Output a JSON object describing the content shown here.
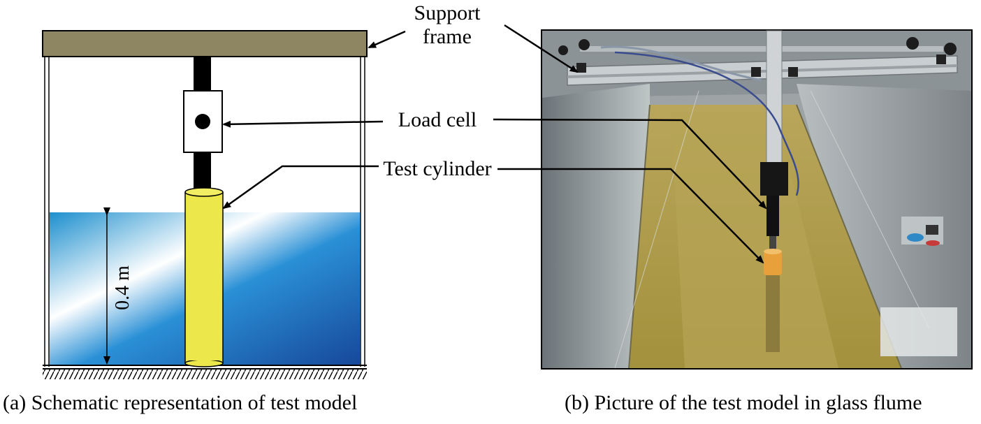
{
  "labels": {
    "support_frame_line1": "Support",
    "support_frame_line2": "frame",
    "load_cell": "Load cell",
    "test_cylinder": "Test cylinder",
    "depth": "0.4 m"
  },
  "captions": {
    "left": "(a) Schematic representation of test model",
    "right": "(b) Picture of the test model in glass flume"
  },
  "colors": {
    "frame_top": "#8e8562",
    "water_light": "#e6f4fb",
    "water_dark": "#1e5fae",
    "cylinder": "#ece84c",
    "ground_hatch": "#000000"
  }
}
